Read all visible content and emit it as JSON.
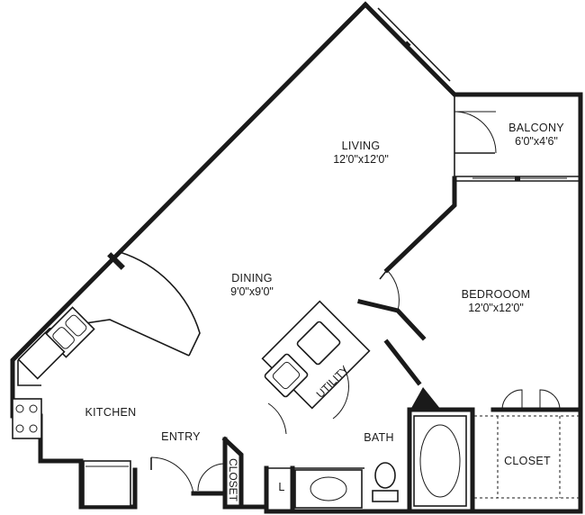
{
  "rooms": {
    "living": {
      "name": "LIVING",
      "dims": "12'0\"x12'0\""
    },
    "balcony": {
      "name": "BALCONY",
      "dims": "6'0\"x4'6\""
    },
    "dining": {
      "name": "DINING",
      "dims": "9'0\"x9'0\""
    },
    "bedroom": {
      "name": "BEDROOOM",
      "dims": "12'0\"x12'0\""
    },
    "kitchen": {
      "name": "KITCHEN"
    },
    "entry": {
      "name": "ENTRY"
    },
    "bath": {
      "name": "BATH"
    },
    "closet_bedroom": {
      "name": "CLOSET"
    },
    "closet_entry": {
      "name": "CLOSET"
    },
    "utility": {
      "name": "UTILITY"
    },
    "linen": {
      "name": "L"
    }
  }
}
